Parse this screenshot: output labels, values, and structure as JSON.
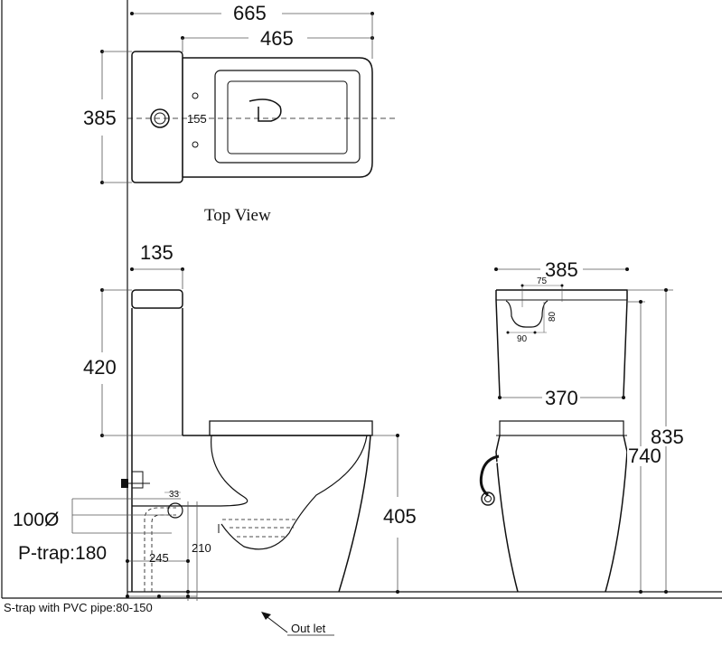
{
  "top_view": {
    "title": "Top View",
    "dim_overall_length": "665",
    "dim_bowl_length": "465",
    "dim_width": "385",
    "dim_outlet_offset": "155"
  },
  "side_view": {
    "dim_tank_depth": "135",
    "dim_tank_height": "420",
    "dim_bowl_height": "405",
    "dim_trap_height": "210",
    "dim_trap_offset": "245",
    "dim_inlet_small": "33",
    "pipe_diameter": "100Ø",
    "p_trap": "P-trap:180",
    "s_trap_note": "S-trap with PVC pipe:80-150",
    "outlet_label": "Out let"
  },
  "front_view": {
    "dim_top_width": "385",
    "dim_cutout_top": "75",
    "dim_cutout_depth": "80",
    "dim_cutout_width": "90",
    "dim_body_width": "370",
    "dim_total_height": "835",
    "dim_seat_height": "740"
  }
}
